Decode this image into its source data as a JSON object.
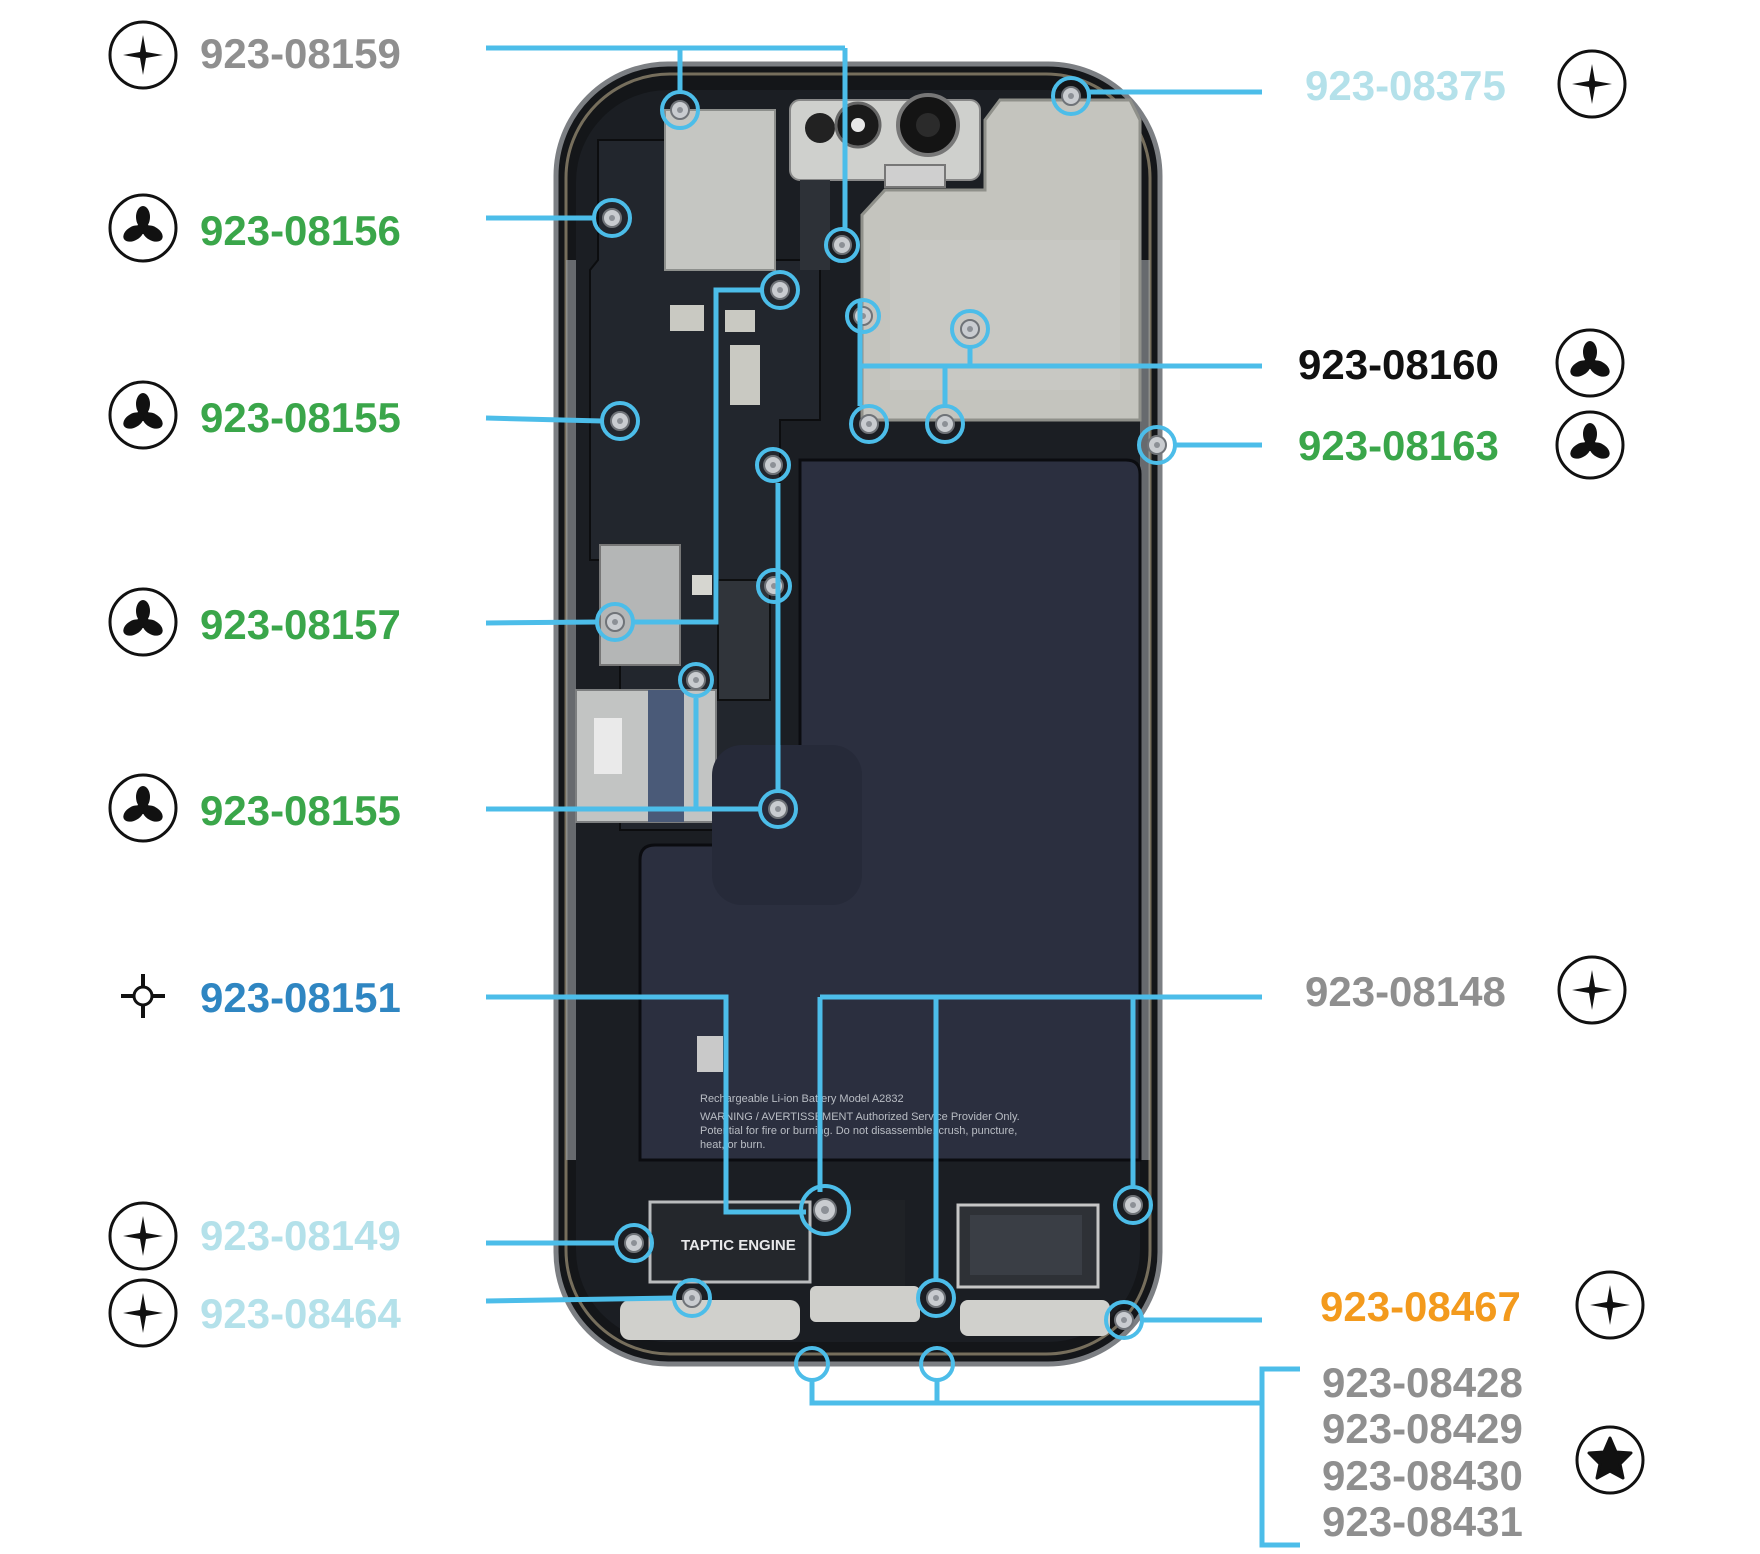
{
  "colors": {
    "leader": "#4cbde9",
    "gray": "#8f8f8f",
    "lightblue": "#b4e1ea",
    "green": "#3aa64a",
    "black": "#111111",
    "blue": "#2f86c2",
    "orange": "#f39a1d"
  },
  "labels": {
    "p08159": "923-08159",
    "p08156": "923-08156",
    "p08155a": "923-08155",
    "p08157": "923-08157",
    "p08155b": "923-08155",
    "p08151": "923-08151",
    "p08149": "923-08149",
    "p08464": "923-08464",
    "p08375": "923-08375",
    "p08160": "923-08160",
    "p08163": "923-08163",
    "p08148": "923-08148",
    "p08467": "923-08467",
    "p08428": "923-08428",
    "p08429": "923-08429",
    "p08430": "923-08430",
    "p08431": "923-08431"
  },
  "screw_types": {
    "p08159": "phillips-icon",
    "p08156": "tri-point-icon",
    "p08155a": "tri-point-icon",
    "p08157": "tri-point-icon",
    "p08155b": "tri-point-icon",
    "p08151": "standoff-icon",
    "p08149": "phillips-icon",
    "p08464": "phillips-icon",
    "p08375": "phillips-icon",
    "p08160": "tri-point-icon",
    "p08163": "tri-point-icon",
    "p08148": "phillips-icon",
    "p08467": "phillips-icon",
    "p08428_group": "pentalobe-icon"
  },
  "phone": {
    "battery_line1": "Rechargeable Li-ion Battery  Model A2832",
    "battery_line2": "WARNING / AVERTISSEMENT  Authorized Service Provider Only.",
    "battery_line3": "Potential for fire or burning. Do not disassemble, crush, puncture,",
    "battery_line4": "heat, or burn.",
    "taptic_label": "TAPTIC ENGINE"
  }
}
